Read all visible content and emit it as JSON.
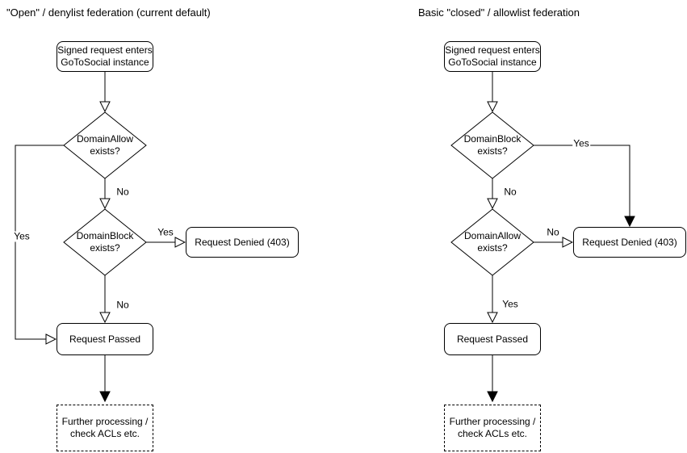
{
  "colors": {
    "line": "#000000",
    "text": "#000000",
    "background": "#ffffff",
    "node_fill": "#ffffff"
  },
  "charts": [
    {
      "title": "\"Open\" / denylist federation (current default)",
      "nodes": {
        "start": "Signed request enters\nGoToSocial instance",
        "decision1": "DomainAllow\nexists?",
        "decision2": "DomainBlock\nexists?",
        "denied": "Request Denied (403)",
        "passed": "Request Passed",
        "further": "Further processing /\ncheck ACLs etc."
      },
      "labels": {
        "d1_down": "No",
        "d1_branch": "Yes",
        "d2_branch": "Yes",
        "d2_down": "No"
      }
    },
    {
      "title": "Basic \"closed\" / allowlist federation",
      "nodes": {
        "start": "Signed request enters\nGoToSocial instance",
        "decision1": "DomainBlock\nexists?",
        "decision2": "DomainAllow\nexists?",
        "denied": "Request Denied (403)",
        "passed": "Request Passed",
        "further": "Further processing /\ncheck ACLs etc."
      },
      "labels": {
        "d1_down": "No",
        "d1_branch": "Yes",
        "d2_branch": "No",
        "d2_down": "Yes"
      }
    }
  ]
}
